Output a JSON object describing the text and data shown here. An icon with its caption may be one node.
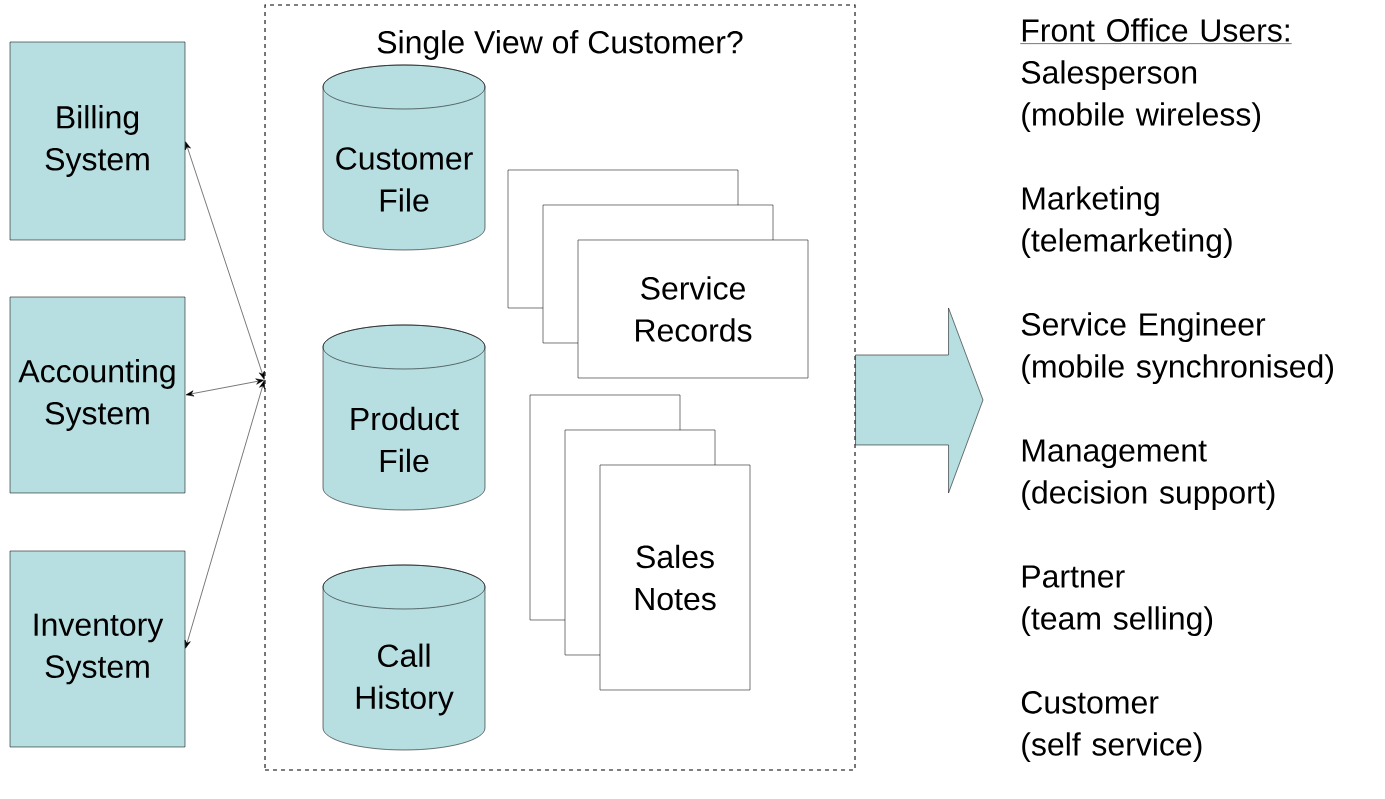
{
  "diagram": {
    "nodes": [
      {
        "text": [
          "Billing System"
        ]
      },
      {
        "text": [
          "Accounting System"
        ]
      },
      {
        "text": [
          "Inventory System"
        ]
      },
      {
        "text": [
          "Single View of Customer?"
        ]
      },
      {
        "text": [
          "Customer File"
        ],
        "in": 3
      },
      {
        "text": [
          "Product File"
        ],
        "in": 3
      },
      {
        "text": [
          "Call History"
        ],
        "in": 3
      },
      {
        "text": [
          "Service Records"
        ],
        "in": 3
      },
      {
        "text": [
          "Sales Notes"
        ],
        "in": 3
      },
      {
        "text": [
          "Front Office Users:",
          "Salesperson (mobile wireless)",
          "Marketing (telemarketing)",
          "Service Engineer (mobile synchronised)",
          "Management (decision support)",
          "Partner (team selling)",
          "Customer (self service)"
        ]
      }
    ],
    "edges": [
      {
        "from": 0,
        "to": 3,
        "arrow": "both"
      },
      {
        "from": 1,
        "to": 3,
        "arrow": "both"
      },
      {
        "from": 2,
        "to": 3,
        "arrow": "both"
      },
      {
        "from": 3,
        "to": 9,
        "arrow": "to",
        "style": "thick"
      }
    ]
  }
}
